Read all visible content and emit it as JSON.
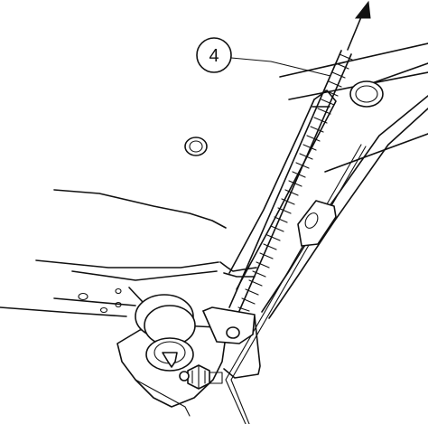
{
  "diagram": {
    "callouts": [
      {
        "label": "4",
        "target": "spring"
      }
    ],
    "arrow": {
      "meaning": "pull direction"
    },
    "colors": {
      "line": "#111111",
      "background": "#ffffff"
    }
  }
}
